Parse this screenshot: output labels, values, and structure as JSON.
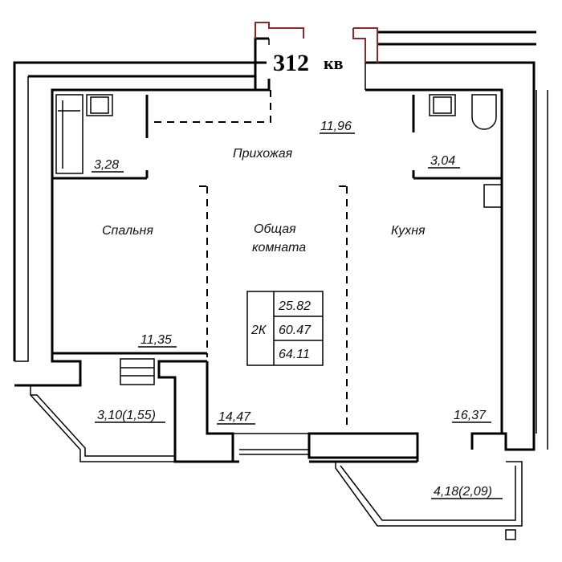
{
  "plan": {
    "apartment_number": "312",
    "apartment_unit": "кв",
    "rooms": {
      "hallway": {
        "name": "Прихожая",
        "area": "11,96"
      },
      "bedroom": {
        "name": "Спальня",
        "area": "11,35"
      },
      "living": {
        "name_line1": "Общая",
        "name_line2": "комната",
        "area": "14,47"
      },
      "kitchen": {
        "name": "Кухня",
        "area": "16,37"
      },
      "bathroom": {
        "area": "3,28"
      },
      "toilet": {
        "area": "3,04"
      },
      "balcony_left": {
        "area": "3,10(1,55)"
      },
      "balcony_right": {
        "area": "4,18(2,09)"
      }
    },
    "summary": {
      "type": "2К",
      "living_area": "25.82",
      "total_area": "60.47",
      "total_area_with_balcony": "64.11"
    }
  }
}
